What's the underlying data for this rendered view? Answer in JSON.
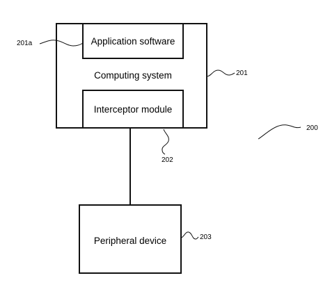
{
  "diagram": {
    "computing_system": {
      "label": "Computing system",
      "ref": "201"
    },
    "application_software": {
      "label": "Application software",
      "ref": "201a"
    },
    "interceptor_module": {
      "label": "Interceptor module",
      "ref": "202"
    },
    "peripheral_device": {
      "label": "Peripheral device",
      "ref": "203"
    },
    "figure_ref": "200"
  }
}
